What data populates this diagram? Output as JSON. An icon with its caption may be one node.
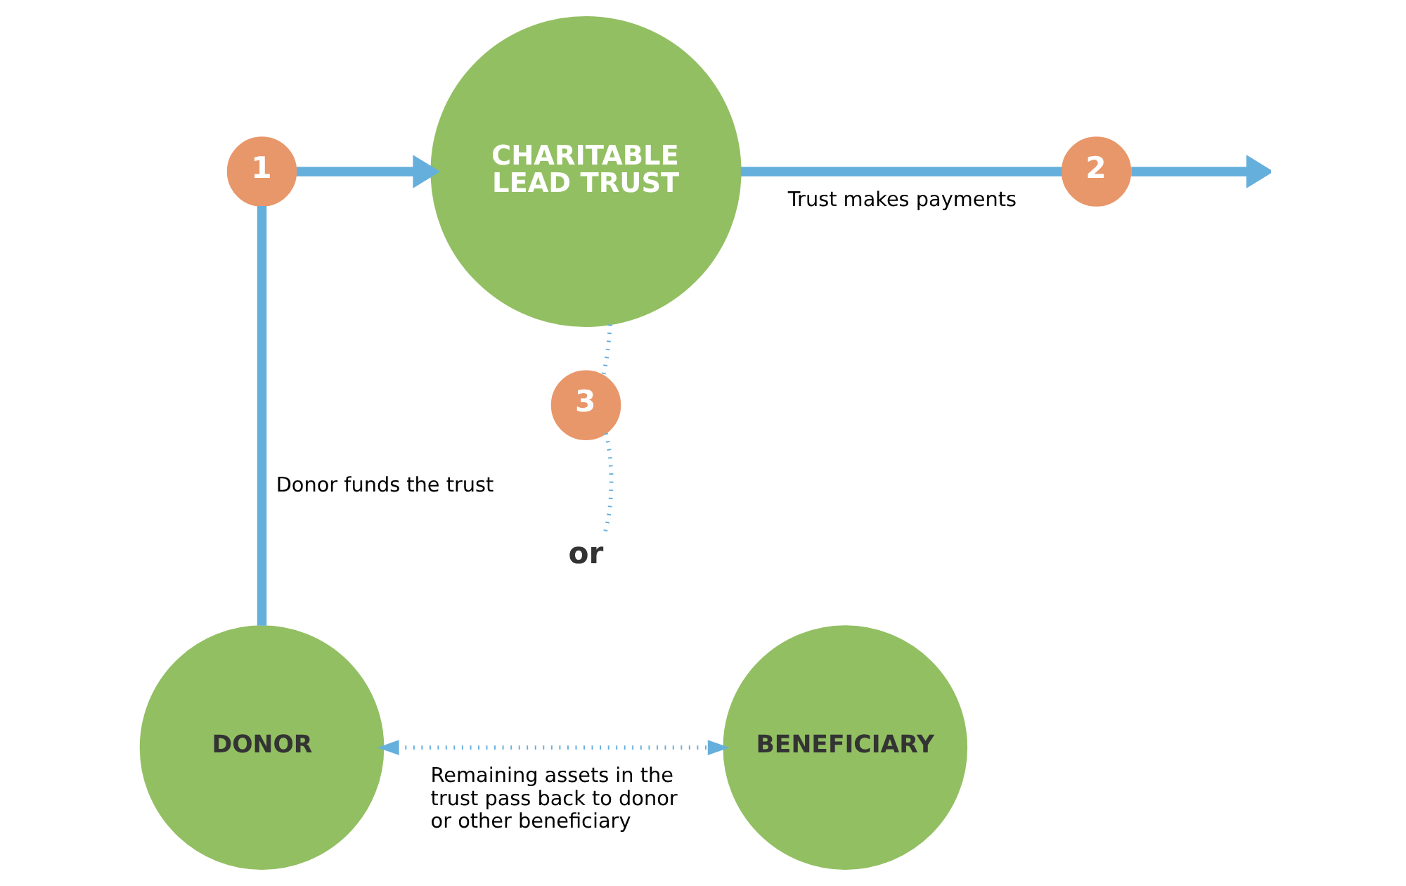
{
  "diagram": {
    "nodes": [
      {
        "text": [
          "CHARITABLE LEAD TRUST"
        ]
      },
      {
        "text": [
          "1"
        ]
      },
      {
        "text": [
          "2"
        ]
      },
      {
        "text": [
          "DONOR"
        ]
      },
      {
        "text": [
          "3"
        ]
      },
      {
        "text": [
          "BENEFICIARY"
        ]
      },
      {
        "text": [
          "or"
        ]
      }
    ],
    "edges": [
      {
        "from": 3,
        "to": 1,
        "arrow": "none",
        "label": "Donor funds the trust"
      },
      {
        "from": 1,
        "to": 0,
        "arrow": "to"
      },
      {
        "from": 0,
        "to": 2,
        "arrow": "none",
        "label": "Trust makes payments"
      },
      {
        "from": 2,
        "to": null,
        "arrow": "to"
      },
      {
        "from": 0,
        "to": 4,
        "arrow": "none",
        "style": "dashed"
      },
      {
        "from": 4,
        "to": 6,
        "arrow": "none",
        "style": "dashed"
      },
      {
        "from": 3,
        "to": 5,
        "arrow": "both",
        "style": "dashed",
        "label": "Remaining assets in the trust pass back to donor or other beneficiary"
      }
    ]
  }
}
